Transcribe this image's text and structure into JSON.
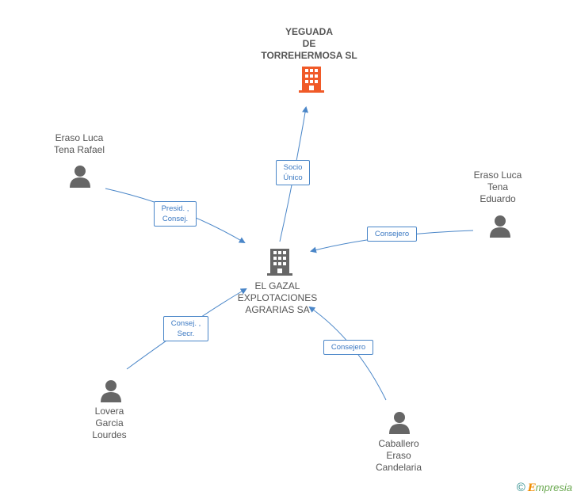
{
  "nodes": {
    "company_top": {
      "lines": [
        "YEGUADA",
        "DE",
        "TORREHERMOSA SL"
      ],
      "icon": "building-icon",
      "color": "#f05a28"
    },
    "company_center": {
      "lines": [
        "EL GAZAL",
        "EXPLOTACIONES",
        "AGRARIAS SA"
      ],
      "icon": "building-icon",
      "color": "#666666"
    },
    "person_rafael": {
      "lines": [
        "Eraso Luca",
        "Tena Rafael"
      ],
      "icon": "person-icon"
    },
    "person_eduardo": {
      "lines": [
        "Eraso Luca",
        "Tena",
        "Eduardo"
      ],
      "icon": "person-icon"
    },
    "person_lourdes": {
      "lines": [
        "Lovera",
        "Garcia",
        "Lourdes"
      ],
      "icon": "person-icon"
    },
    "person_candelaria": {
      "lines": [
        "Caballero",
        "Eraso",
        "Candelaria"
      ],
      "icon": "person-icon"
    }
  },
  "edges": {
    "socio": {
      "lines": [
        "Socio",
        "Único"
      ]
    },
    "presid": {
      "lines": [
        "Presid. ,",
        "Consej."
      ]
    },
    "consejero_eduardo": {
      "lines": [
        "Consejero"
      ]
    },
    "consej_secr": {
      "lines": [
        "Consej. ,",
        "Secr."
      ]
    },
    "consejero_candelaria": {
      "lines": [
        "Consejero"
      ]
    }
  },
  "colors": {
    "edge": "#4a86c8",
    "person": "#666666"
  },
  "footer": {
    "copyright": "©",
    "brand_e": "E",
    "brand_rest": "mpresia"
  }
}
